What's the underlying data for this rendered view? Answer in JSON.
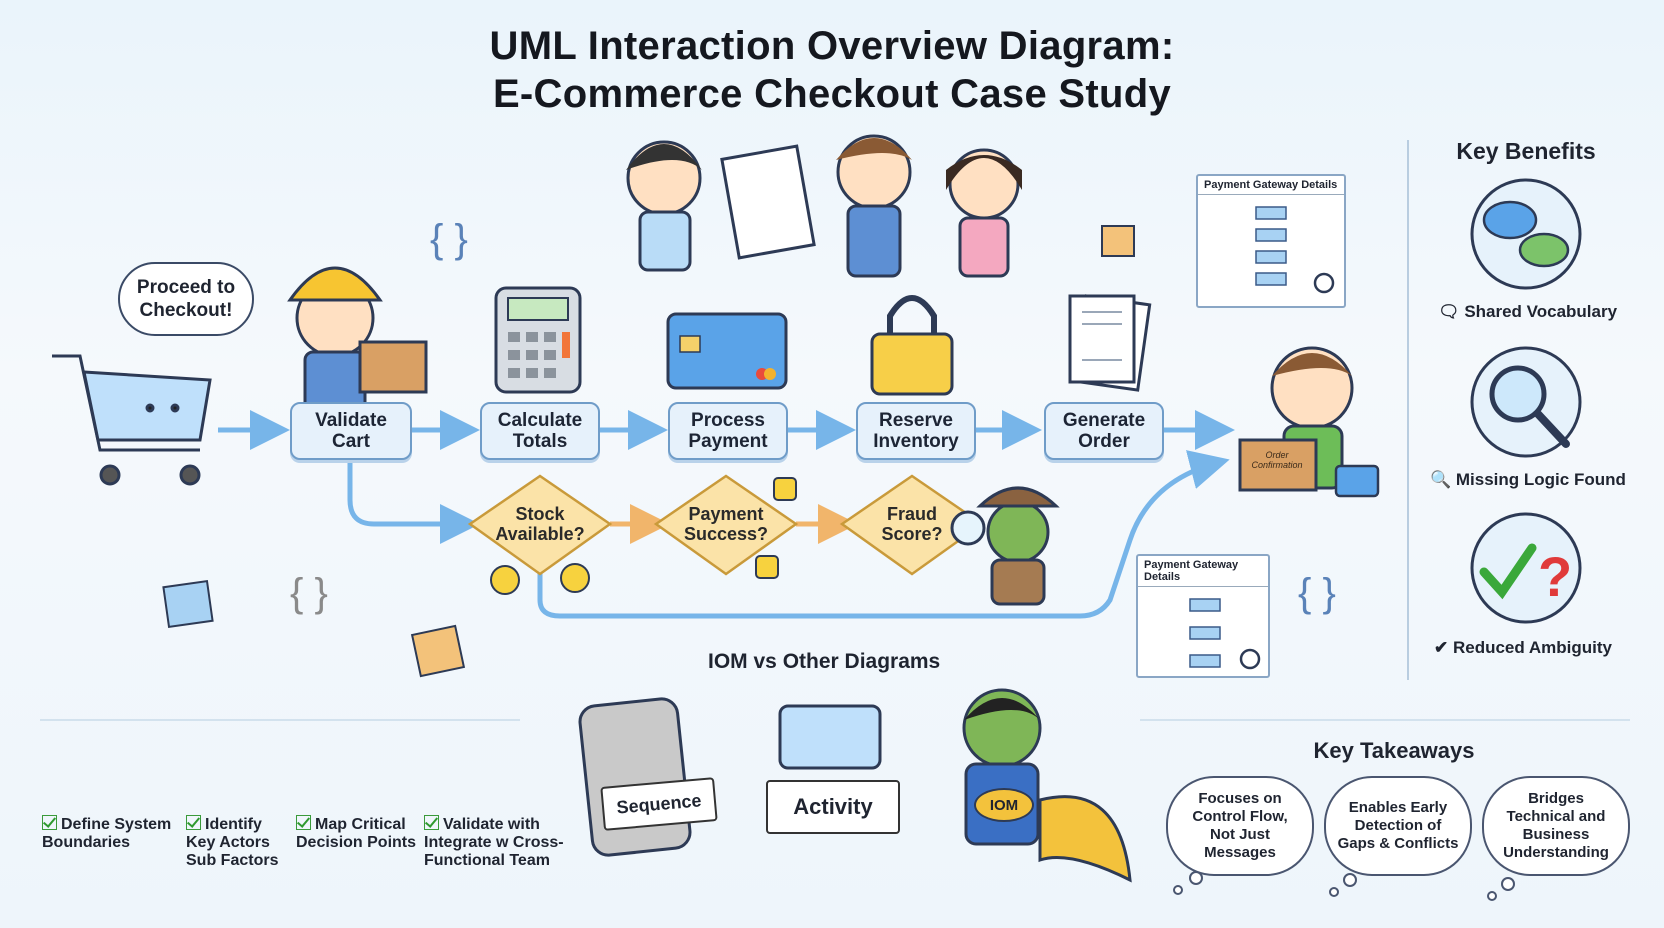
{
  "title": {
    "line1": "UML Interaction Overview Diagram:",
    "line2": "E-Commerce Checkout Case Study"
  },
  "speech_bubble": "Proceed to\nCheckout!",
  "flow_steps": [
    {
      "label": "Validate\nCart"
    },
    {
      "label": "Calculate\nTotals"
    },
    {
      "label": "Process\nPayment"
    },
    {
      "label": "Reserve\nInventory"
    },
    {
      "label": "Generate\nOrder"
    }
  ],
  "decisions": [
    {
      "label": "Stock\nAvailable?"
    },
    {
      "label": "Payment\nSuccess?"
    },
    {
      "label": "Fraud\nScore?"
    }
  ],
  "detail_card": {
    "title_top": "Payment Gateway Details",
    "title_bottom": "Payment Gateway Details"
  },
  "package_label": "Order\nConfirmation",
  "key_benefits": {
    "title": "Key Benefits",
    "items": [
      {
        "label": "Shared Vocabulary",
        "icon": "chat-bubbles-icon"
      },
      {
        "label": "Missing Logic Found",
        "icon": "magnifier-icon"
      },
      {
        "label": "Reduced Ambiguity",
        "icon": "check-question-icon"
      }
    ]
  },
  "comparison": {
    "title": "IOM vs Other Diagrams",
    "placards": [
      "Sequence",
      "Activity",
      "IOM"
    ]
  },
  "steps_checklist": [
    "Define System\nBoundaries",
    "Identify\nKey Actors\nSub Factors",
    "Map Critical\nDecision Points",
    "Validate with\nIntegrate w Cross-\nFunctional Team"
  ],
  "key_takeaways": {
    "title": "Key Takeaways",
    "items": [
      "Focuses on\nControl Flow,\nNot Just\nMessages",
      "Enables Early\nDetection of\nGaps & Conflicts",
      "Bridges\nTechnical and\nBusiness\nUnderstanding"
    ]
  },
  "colors": {
    "flow_blue": "#6aaee8",
    "box_fill": "#e6f1fb",
    "diamond_fill": "#fbe3a8",
    "decision_arrow": "#f1b56b"
  }
}
